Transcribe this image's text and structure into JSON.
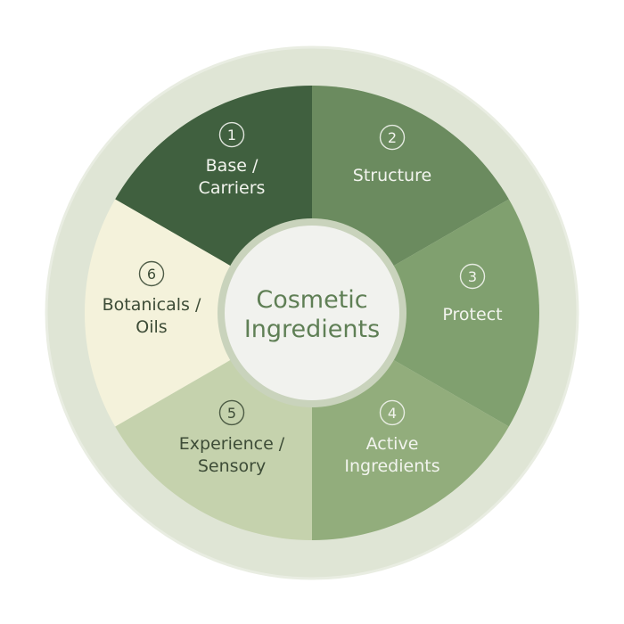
{
  "center": {
    "title_line1": "Cosmetic",
    "title_line2": "Ingredients",
    "color": "#5f7f55"
  },
  "colors": {
    "outer_ring": "#dfe5d5",
    "outer_ring_edge": "#e9ede2",
    "hub_fill": "#f1f2ee",
    "hub_ring": "#c9d3bc"
  },
  "segments": [
    {
      "number": "1",
      "lines": [
        "Base /",
        "Carriers"
      ],
      "fill": "#40603f",
      "text_color": "#f2f4ee",
      "icon": "circled-number-icon"
    },
    {
      "number": "2",
      "lines": [
        "Structure"
      ],
      "fill": "#6b8b5f",
      "text_color": "#f2f4ee",
      "icon": "circled-number-icon"
    },
    {
      "number": "3",
      "lines": [
        "Protect"
      ],
      "fill": "#80a06f",
      "text_color": "#f2f4ee",
      "icon": "circled-number-icon"
    },
    {
      "number": "4",
      "lines": [
        "Active",
        "Ingredients"
      ],
      "fill": "#92ad7c",
      "text_color": "#f2f4ee",
      "icon": "circled-number-icon"
    },
    {
      "number": "5",
      "lines": [
        "Experience /",
        "Sensory"
      ],
      "fill": "#c5d2ad",
      "text_color": "#3d4c37",
      "icon": "circled-number-icon"
    },
    {
      "number": "6",
      "lines": [
        "Botanicals /",
        "Oils"
      ],
      "fill": "#f4f2db",
      "text_color": "#3d4c37",
      "icon": "circled-number-icon"
    }
  ]
}
